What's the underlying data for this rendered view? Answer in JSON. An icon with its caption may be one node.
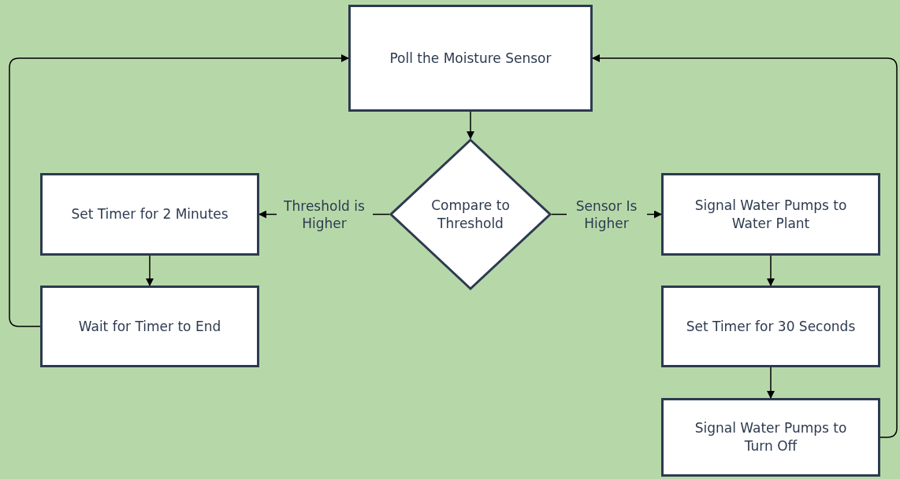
{
  "diagram": {
    "nodes": [
      {
        "text": [
          "Poll the Moisture Sensor"
        ]
      },
      {
        "text": [
          "Compare to Threshold"
        ]
      },
      {
        "text": [
          "Set Timer for 2 Minutes"
        ]
      },
      {
        "text": [
          "Wait for Timer to End"
        ]
      },
      {
        "text": [
          "Signal Water Pumps to Water Plant"
        ]
      },
      {
        "text": [
          "Set Timer for 30 Seconds"
        ]
      },
      {
        "text": [
          "Signal Water Pumps to Turn Off"
        ]
      }
    ],
    "edges": [
      {
        "from": 0,
        "to": 1,
        "arrow": "to"
      },
      {
        "from": 1,
        "to": 2,
        "arrow": "to",
        "label": "Threshold is Higher"
      },
      {
        "from": 1,
        "to": 4,
        "arrow": "to",
        "label": "Sensor Is Higher"
      },
      {
        "from": 2,
        "to": 3,
        "arrow": "to"
      },
      {
        "from": 3,
        "to": 0,
        "arrow": "to"
      },
      {
        "from": 4,
        "to": 5,
        "arrow": "to"
      },
      {
        "from": 5,
        "to": 6,
        "arrow": "to"
      },
      {
        "from": 6,
        "to": 0,
        "arrow": "to"
      }
    ]
  }
}
